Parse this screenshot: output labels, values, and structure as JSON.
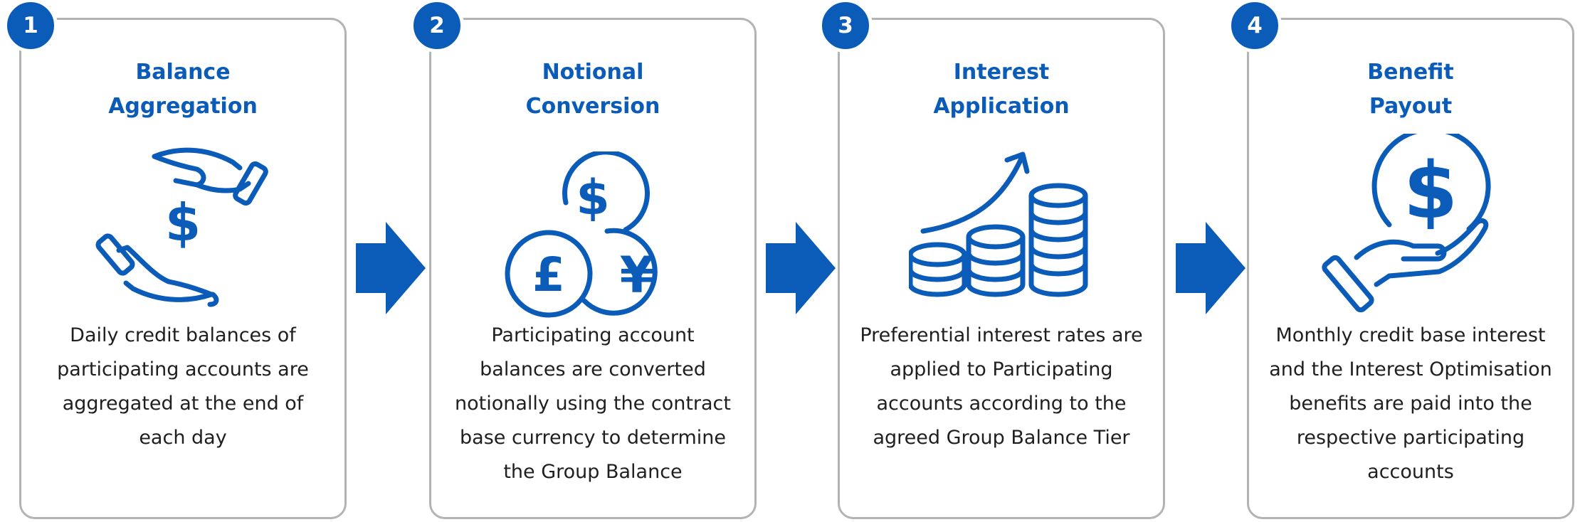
{
  "steps": [
    {
      "number": "1",
      "title_line1": "Balance",
      "title_line2": "Aggregation",
      "icon": "hands-exchanging-dollar-icon",
      "description": "Daily credit balances of participating accounts are aggregated at the end of each day"
    },
    {
      "number": "2",
      "title_line1": "Notional",
      "title_line2": "Conversion",
      "icon": "currency-coins-icon",
      "description": "Participating account balances are converted notionally using the contract base currency to determine the Group Balance"
    },
    {
      "number": "3",
      "title_line1": "Interest",
      "title_line2": "Application",
      "icon": "growing-coin-stacks-icon",
      "description": "Preferential interest rates are applied to Participating accounts according to the agreed Group Balance Tier"
    },
    {
      "number": "4",
      "title_line1": "Benefit",
      "title_line2": "Payout",
      "icon": "hand-holding-dollar-coin-icon",
      "description": "Monthly credit base interest and the Interest Optimisation benefits are paid into the respective participating accounts"
    }
  ],
  "colors": {
    "accent": "#0a5cb8",
    "border": "#b3b3b3",
    "text": "#1f1f1f"
  }
}
